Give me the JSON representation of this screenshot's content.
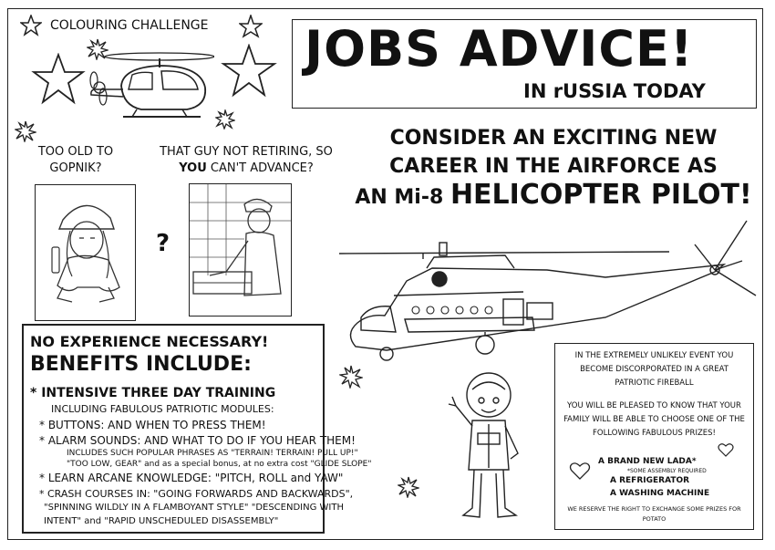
{
  "colouring_challenge": "COLOURING CHALLENGE",
  "title": {
    "main": "JOBS ADVICE!",
    "sub": "IN rUSSIA TODAY"
  },
  "questions": {
    "left": "TOO OLD TO GOPNIK?",
    "right_part1": "THAT GUY NOT RETIRING, SO ",
    "right_bold": "YOU",
    "right_part2": " CAN'T ADVANCE?",
    "mark": "?"
  },
  "headline": {
    "line1": "CONSIDER AN EXCITING NEW",
    "line2": "CAREER IN THE AIRFORCE AS",
    "line3_prefix": "AN Mi-8 ",
    "line3_big": "HELICOPTER PILOT!"
  },
  "benefits": {
    "heading1": "NO EXPERIENCE NECESSARY!",
    "heading2": "BENEFITS INCLUDE:",
    "training": "* INTENSIVE THREE DAY TRAINING",
    "modules": "INCLUDING FABULOUS PATRIOTIC MODULES:",
    "buttons": "* BUTTONS: AND WHEN TO PRESS THEM!",
    "alarm": "* ALARM SOUNDS: AND WHAT TO DO IF YOU HEAR THEM!",
    "alarm_detail1": "INCLUDES SUCH POPULAR PHRASES AS \"TERRAIN! TERRAIN! PULL UP!\"",
    "alarm_detail2": "\"TOO LOW, GEAR\" and as a special bonus, at no extra cost \"GLIDE SLOPE\"",
    "arcane": "* LEARN ARCANE KNOWLEDGE: \"PITCH, ROLL and YAW\"",
    "crash": "* CRASH COURSES IN: \"GOING FORWARDS AND BACKWARDS\",",
    "crash2": "\"SPINNING WILDLY IN A FLAMBOYANT STYLE\" \"DESCENDING WITH",
    "crash3": "INTENT\" and \"RAPID UNSCHEDULED DISASSEMBLY\""
  },
  "prizes": {
    "intro": "IN THE EXTREMELY UNLIKELY EVENT YOU BECOME DISCORPORATED IN A GREAT PATRIOTIC FIREBALL",
    "pleased": "YOU WILL BE PLEASED TO KNOW THAT YOUR FAMILY WILL BE ABLE TO CHOOSE ONE OF THE FOLLOWING FABULOUS PRIZES!",
    "lada": "A BRAND NEW LADA*",
    "assembly": "*SOME ASSEMBLY REQUIRED",
    "fridge": "A REFRIGERATOR",
    "washer": "A WASHING MACHINE",
    "disclaimer": "WE RESERVE THE RIGHT TO EXCHANGE SOME PRIZES FOR POTATO"
  },
  "icons": [
    "star-icon",
    "burst-icon",
    "heart-icon",
    "helicopter-illustration",
    "pilot-illustration"
  ]
}
